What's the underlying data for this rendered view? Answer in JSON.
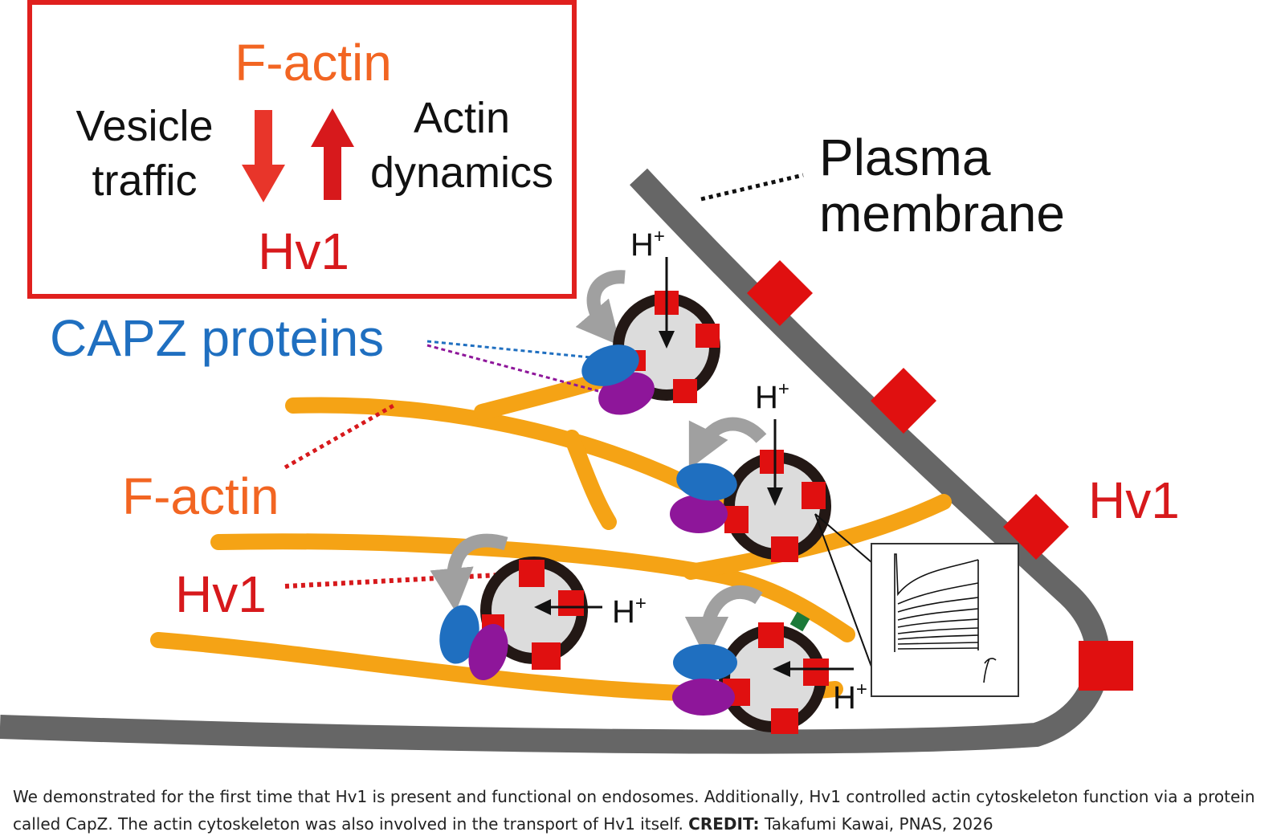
{
  "legend_box": {
    "top_label": "F-actin",
    "left_label_line1": "Vesicle",
    "left_label_line2": "traffic",
    "right_label_line1": "Actin",
    "right_label_line2": "dynamics",
    "bottom_label": "Hv1"
  },
  "labels": {
    "plasma_membrane_line1": "Plasma",
    "plasma_membrane_line2": "membrane",
    "capz_proteins": "CAPZ proteins",
    "f_actin": "F-actin",
    "hv1_left": "Hv1",
    "hv1_right": "Hv1",
    "proton": "H",
    "proton_sup": "+"
  },
  "colors": {
    "legend_border": "#e0201e",
    "orange_text": "#f26522",
    "red_text": "#d7191c",
    "blue_text": "#1f6fc0",
    "actin": "#f5a315",
    "membrane": "#666666",
    "hv1_channel": "#e01010",
    "capz_blue": "#1f6fc0",
    "capz_purple": "#8e169a"
  },
  "caption": {
    "text": "We demonstrated for the first time that Hv1 is present and functional on endosomes. Additionally, Hv1 controlled actin cytoskeleton function via a protein called CapZ. The actin cytoskeleton was also involved in the transport of Hv1 itself.",
    "credit_label": "CREDIT:",
    "credit_text": "Takafumi Kawai, PNAS, 2026"
  }
}
